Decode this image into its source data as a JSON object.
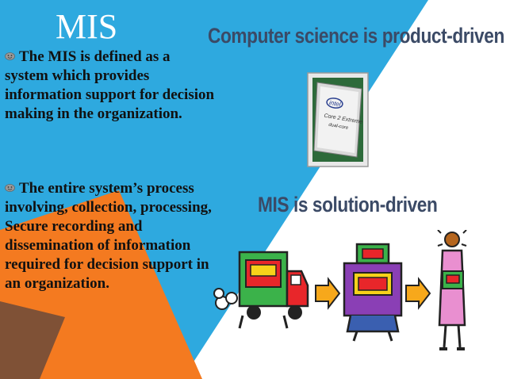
{
  "slide": {
    "title": "MIS",
    "bullets": [
      "The MIS is defined as a system which provides information support for decision making in the organization.",
      "The entire system’s process involving, collection, processing, Secure recording and dissemination of information required for decision support in an organization."
    ],
    "bullet_icon": "smiley-face-icon",
    "captions": {
      "product": "Computer science is product-driven",
      "solution": "MIS is solution-driven"
    },
    "chip": {
      "brand": "intel",
      "line1": "Core 2 Extreme",
      "line2": "dual-core"
    }
  },
  "colors": {
    "blue": "#2ea9df",
    "orange": "#f47a20",
    "dark_navy": "#1f3048",
    "caption_text": "#3b4a66"
  }
}
